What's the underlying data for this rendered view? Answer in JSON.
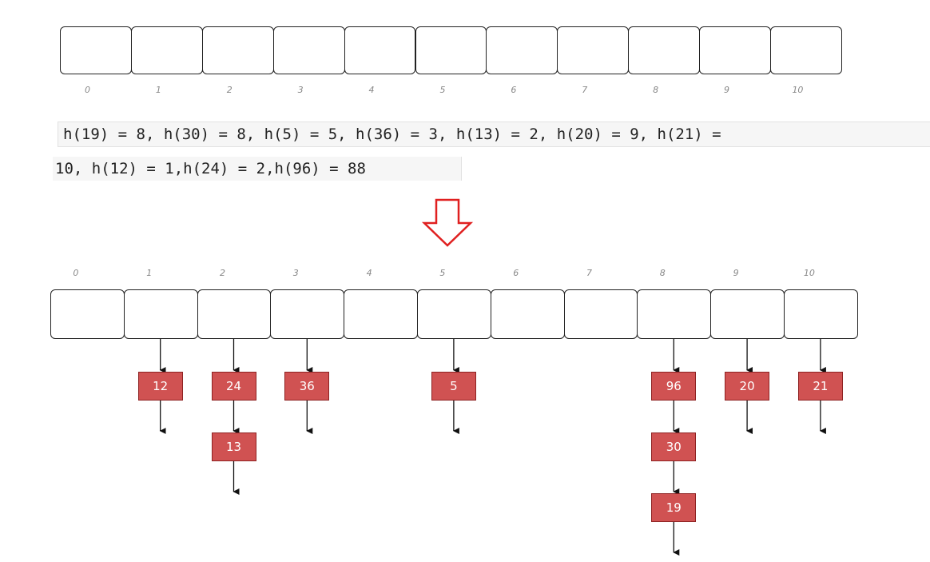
{
  "indices": [
    "0",
    "1",
    "2",
    "3",
    "4",
    "5",
    "6",
    "7",
    "8",
    "9",
    "10"
  ],
  "hash_text": {
    "line1": "h(19) = 8, h(30) = 8, h(5) = 5, h(36) = 3, h(13) = 2, h(20) = 9, h(21) =",
    "line2": "10, h(12) = 1,h(24) = 2,h(96) = 88"
  },
  "arrow_color": "#e02020",
  "node_color": "#d05252",
  "chains": [
    {
      "bucket": 1,
      "keys": [
        "12"
      ]
    },
    {
      "bucket": 2,
      "keys": [
        "24",
        "13"
      ]
    },
    {
      "bucket": 3,
      "keys": [
        "36"
      ]
    },
    {
      "bucket": 5,
      "keys": [
        "5"
      ]
    },
    {
      "bucket": 8,
      "keys": [
        "96",
        "30",
        "19"
      ]
    },
    {
      "bucket": 9,
      "keys": [
        "20"
      ]
    },
    {
      "bucket": 10,
      "keys": [
        "21"
      ]
    }
  ]
}
